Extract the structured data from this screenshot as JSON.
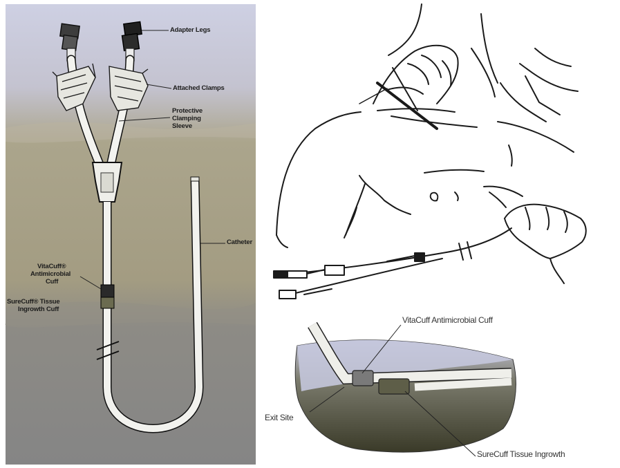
{
  "left_panel": {
    "labels": {
      "adapter_legs": "Adapter Legs",
      "attached_clamps": "Attached Clamps",
      "protective_sleeve_1": "Protective",
      "protective_sleeve_2": "Clamping",
      "protective_sleeve_3": "Sleeve",
      "catheter": "Catheter",
      "vitacuff_1": "VitaCuff®",
      "vitacuff_2": "Antimicrobial",
      "vitacuff_3": "Cuff",
      "surecuff_1": "SureCuff® Tissue",
      "surecuff_2": "Ingrowth Cuff"
    }
  },
  "bottom_right": {
    "labels": {
      "vitacuff": "VitaCuff Antimicrobial Cuff",
      "exit_site": "Exit Site",
      "surecuff": "SureCuff Tissue Ingrowth"
    }
  },
  "colors": {
    "top_band": "#c9c9dc",
    "mid_band": "#a9a189",
    "bottom_band": "#8a8a8a",
    "catheter_fill": "#f2f2ee",
    "line": "#1a1a1a"
  }
}
